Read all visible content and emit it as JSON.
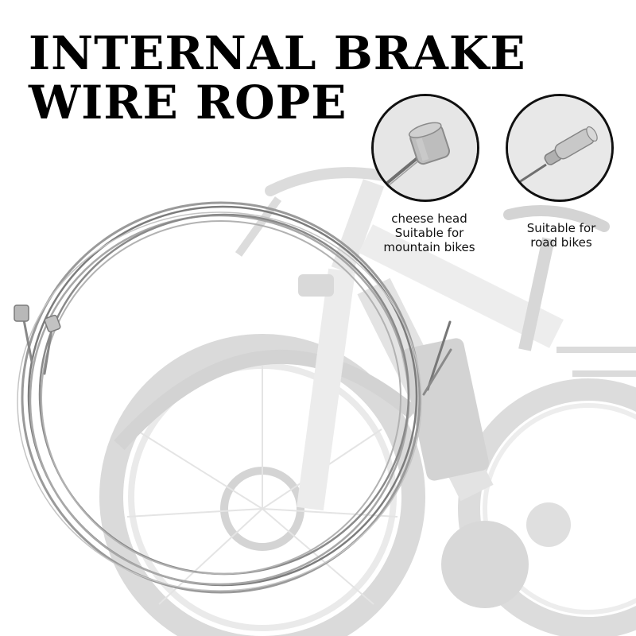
{
  "title": {
    "line1": "INTERNAL BRAKE",
    "line2": "WIRE ROPE"
  },
  "callouts": [
    {
      "lines": [
        "cheese head",
        "Suitable for",
        "mountain bikes"
      ],
      "icon": "cheese-head-cable-end-icon"
    },
    {
      "lines": [
        "Suitable for",
        "road bikes"
      ],
      "icon": "pear-head-cable-end-icon"
    }
  ],
  "colors": {
    "background": "#ffffff",
    "title": "#000000",
    "bike_ghost": "#dcdcdc",
    "cable": "#8a8a8a"
  }
}
